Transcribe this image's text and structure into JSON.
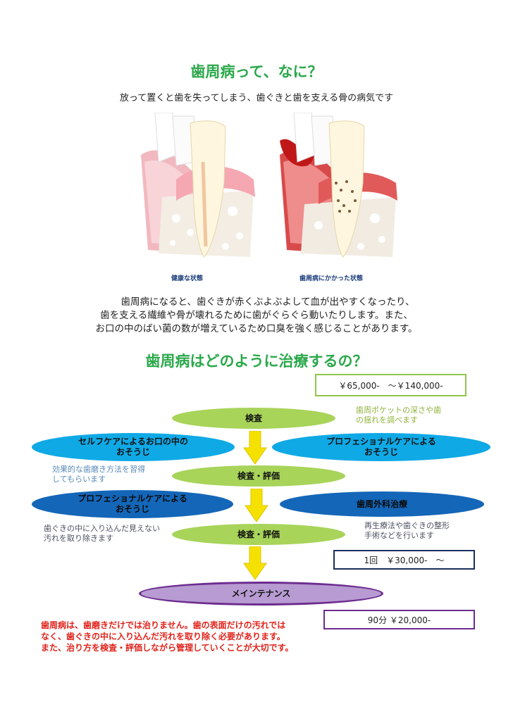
{
  "header": {
    "title": "歯周病って、なに？",
    "subtitle": "放って置くと歯を失ってしまう、歯ぐきと歯を支える骨の病気です"
  },
  "illustrations": {
    "healthy_caption": "健康な状態",
    "disease_caption": "歯周病にかかった状態"
  },
  "explanation": [
    "歯周病になると、歯ぐきが赤くぶよぶよして血が出やすくなったり、",
    "歯を支える繊維や骨が壊れるために歯がぐらぐら動いたりします。また、",
    "お口の中のばい菌の数が増えているため口臭を強く感じることがあります。"
  ],
  "treatment": {
    "title": "歯周病はどのように治療するの？",
    "price_total": "￥65,000-　～￥140,000-",
    "step_exam": "検査",
    "note_exam": [
      "歯周ポケットの深さや歯",
      "の揺れを調べます"
    ],
    "self_care": [
      "セルフケアによるお口の中の",
      "おそうじ"
    ],
    "pro_care_1": [
      "プロフェショナルケアによる",
      "おそうじ"
    ],
    "note_self": [
      "効果的な歯磨き方法を習得",
      "してもらいます"
    ],
    "step_eval_1": "検査・評価",
    "pro_care_2": [
      "プロフェショナルケアによる",
      "おそうじ"
    ],
    "surgery": "歯周外科治療",
    "note_pro": [
      "歯ぐきの中に入り込んだ見えない",
      "汚れを取り除きます"
    ],
    "step_eval_2": "検査・評価",
    "note_surgery": [
      "再生療法や歯ぐきの整形",
      "手術などを行います"
    ],
    "price_surgery": "1回　￥30,000-　～",
    "maintenance": "メインテナンス",
    "price_maintenance": "90分 ￥20,000-"
  },
  "footer": [
    "歯周病は、歯磨きだけでは治りません。歯の表面だけの汚れでは",
    "なく、歯ぐきの中に入り込んだ汚れを取り除く必要があります。",
    "また、治り方を検査・評価しながら管理していくことが大切です。"
  ],
  "colors": {
    "title_green": "#2aa84a",
    "exam_green": "#a8d45a",
    "cyan": "#0fa9e6",
    "navy": "#1466b8",
    "purple": "#b79bd2",
    "arrow_yellow": "#f5e100",
    "red_text": "#e0231b"
  }
}
